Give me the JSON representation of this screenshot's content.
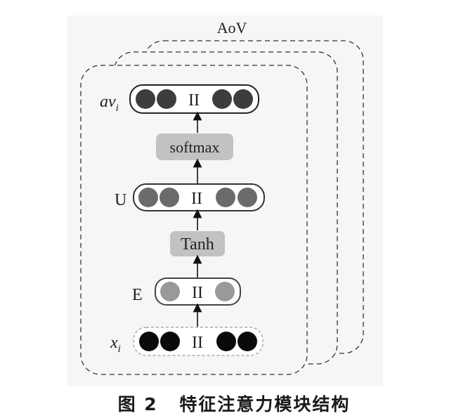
{
  "figure": {
    "stack_label": "AoV",
    "layers": {
      "output": {
        "label_main": "av",
        "label_sub": "i"
      },
      "softmax": {
        "label": "softmax"
      },
      "u": {
        "label": "U"
      },
      "tanh": {
        "label": "Tanh"
      },
      "e": {
        "label": "E"
      },
      "input": {
        "label_main": "x",
        "label_sub": "i"
      }
    },
    "separator": "II"
  },
  "caption": {
    "number": "图 2",
    "title": "特征注意力模块结构"
  }
}
